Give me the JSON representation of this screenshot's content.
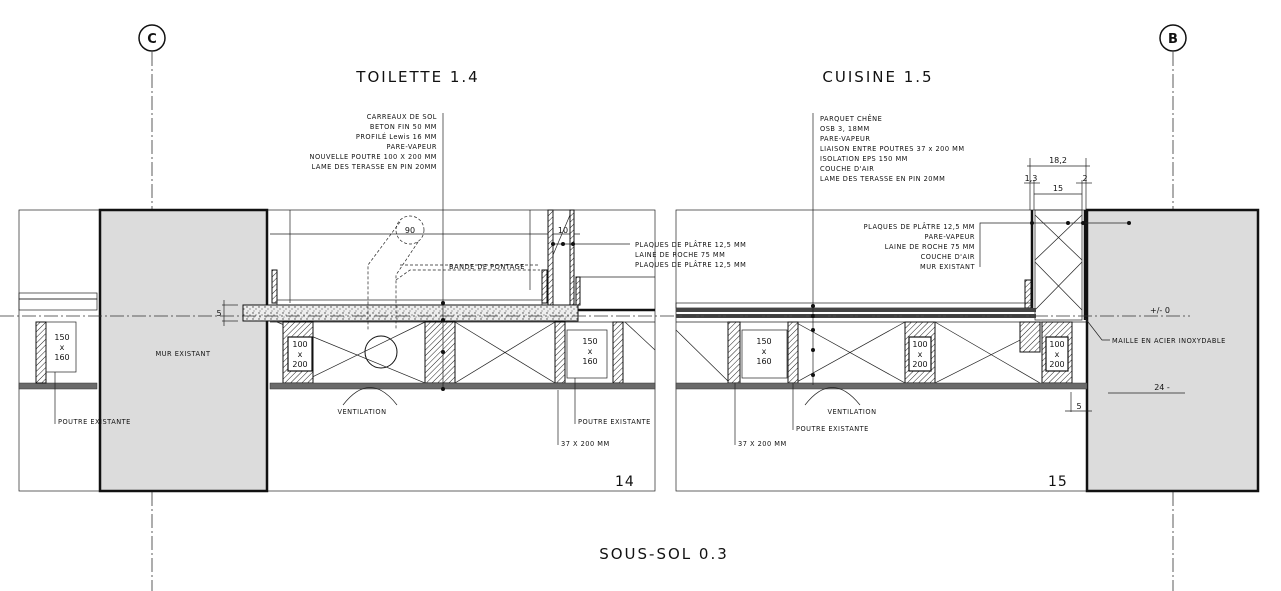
{
  "grid_markers": {
    "left": "C",
    "right": "B"
  },
  "titles": {
    "left_room": "TOILETTE 1.4",
    "right_room": "CUISINE 1.5",
    "basement": "SOUS-SOL 0.3"
  },
  "detail_numbers": {
    "left": "14",
    "right": "15"
  },
  "left_detail": {
    "floor_layers": [
      "CARREAUX DE SOL",
      "BETON FIN 50 MM",
      "PROFILÉ Lewis 16 MM",
      "PARE-VAPEUR",
      "NOUVELLE POUTRE 100 X 200 MM",
      "LAME DES TERASSE EN PIN 20MM"
    ],
    "wall_layers": [
      "PLAQUES DE PLÂTRE 12,5 MM",
      "LAINE DE ROCHE 75 MM",
      "PLAQUES DE PLÂTRE 12,5 MM"
    ],
    "pipe_dim": "90",
    "wall_dim": "10",
    "slab_dim": "5",
    "bande": "BANDE DE PONTAGE",
    "mur": "MUR EXISTANT",
    "poutre_existante_left": "POUTRE EXISTANTE",
    "poutre_existante_right": "POUTRE EXISTANTE",
    "joist": "37 X 200 MM",
    "ventilation": "VENTILATION",
    "beam_150": [
      "150",
      "x",
      "160"
    ],
    "beam_100": [
      "100",
      "x",
      "200"
    ]
  },
  "right_detail": {
    "floor_layers": [
      "PARQUET CHÊNE",
      "OSB 3, 18MM",
      "PARE-VAPEUR",
      "LIAISON ENTRE POUTRES 37 x 200 MM",
      "ISOLATION EPS 150 MM",
      "COUCHE D'AIR",
      "LAME DES TERASSE EN PIN 20MM"
    ],
    "wall_layers": [
      "PLAQUES DE PLÂTRE 12,5 MM",
      "PARE-VAPEUR",
      "LAINE DE ROCHE 75 MM",
      "COUCHE D'AIR",
      "MUR EXISTANT"
    ],
    "dims": {
      "total": "18,2",
      "a": "1,3",
      "b": "15",
      "c": "2",
      "gap": "5"
    },
    "level_zero": "+/- 0",
    "level_24": "24 -",
    "maille": "MAILLE EN ACIER INOXYDABLE",
    "poutre_existante": "POUTRE EXISTANTE",
    "joist": "37 X 200 MM",
    "ventilation": "VENTILATION",
    "beam_150": [
      "150",
      "x",
      "160"
    ],
    "beam_100a": [
      "100",
      "x",
      "200"
    ],
    "beam_100b": [
      "100",
      "x",
      "200"
    ]
  }
}
